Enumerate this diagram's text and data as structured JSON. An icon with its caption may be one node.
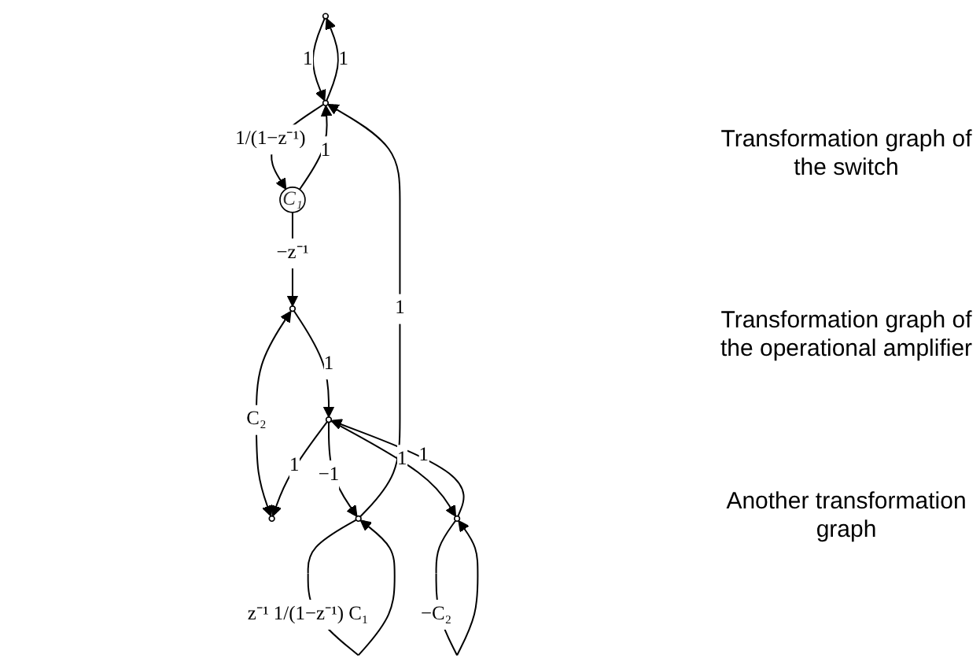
{
  "diagram": {
    "nodes": [
      {
        "text": [],
        "shape": "circle"
      },
      {
        "text": [],
        "shape": "circle"
      },
      {
        "text": [
          "C₁"
        ]
      },
      {
        "text": [],
        "shape": "circle"
      },
      {
        "text": [],
        "shape": "circle"
      },
      {
        "text": [],
        "shape": "circle"
      },
      {
        "text": [],
        "shape": "circle"
      },
      {
        "text": [],
        "shape": "circle"
      }
    ],
    "edges": [
      {
        "from": 1,
        "to": 0,
        "arrow": "to",
        "label": "1"
      },
      {
        "from": 0,
        "to": 1,
        "arrow": "to",
        "label": "1"
      },
      {
        "from": 1,
        "to": 2,
        "arrow": "to",
        "label": "1/(1−z⁻¹)"
      },
      {
        "from": 2,
        "to": 1,
        "arrow": "to",
        "label": "1"
      },
      {
        "from": 2,
        "to": 3,
        "arrow": "to",
        "label": "−z⁻¹"
      },
      {
        "from": 3,
        "to": 4,
        "arrow": "both",
        "label": "C₂"
      },
      {
        "from": 3,
        "to": 5,
        "arrow": "to",
        "label": "1"
      },
      {
        "from": 5,
        "to": 4,
        "arrow": "to",
        "label": "1"
      },
      {
        "from": 6,
        "to": 1,
        "arrow": "to",
        "label": "1"
      },
      {
        "from": 5,
        "to": 6,
        "arrow": "to",
        "label": "−1"
      },
      {
        "from": 7,
        "to": 5,
        "arrow": "to",
        "label": "1"
      },
      {
        "from": 5,
        "to": 7,
        "arrow": "to",
        "label": "1"
      },
      {
        "from": 6,
        "to": 6,
        "arrow": "to",
        "label": "z⁻¹ 1/(1−z⁻¹) C₁"
      },
      {
        "from": 7,
        "to": 7,
        "arrow": "to",
        "label": "−C₂"
      }
    ],
    "labels": [
      "Transformation graph of the switch",
      "Transformation graph of the operational amplifier",
      "Another transformation graph"
    ]
  }
}
